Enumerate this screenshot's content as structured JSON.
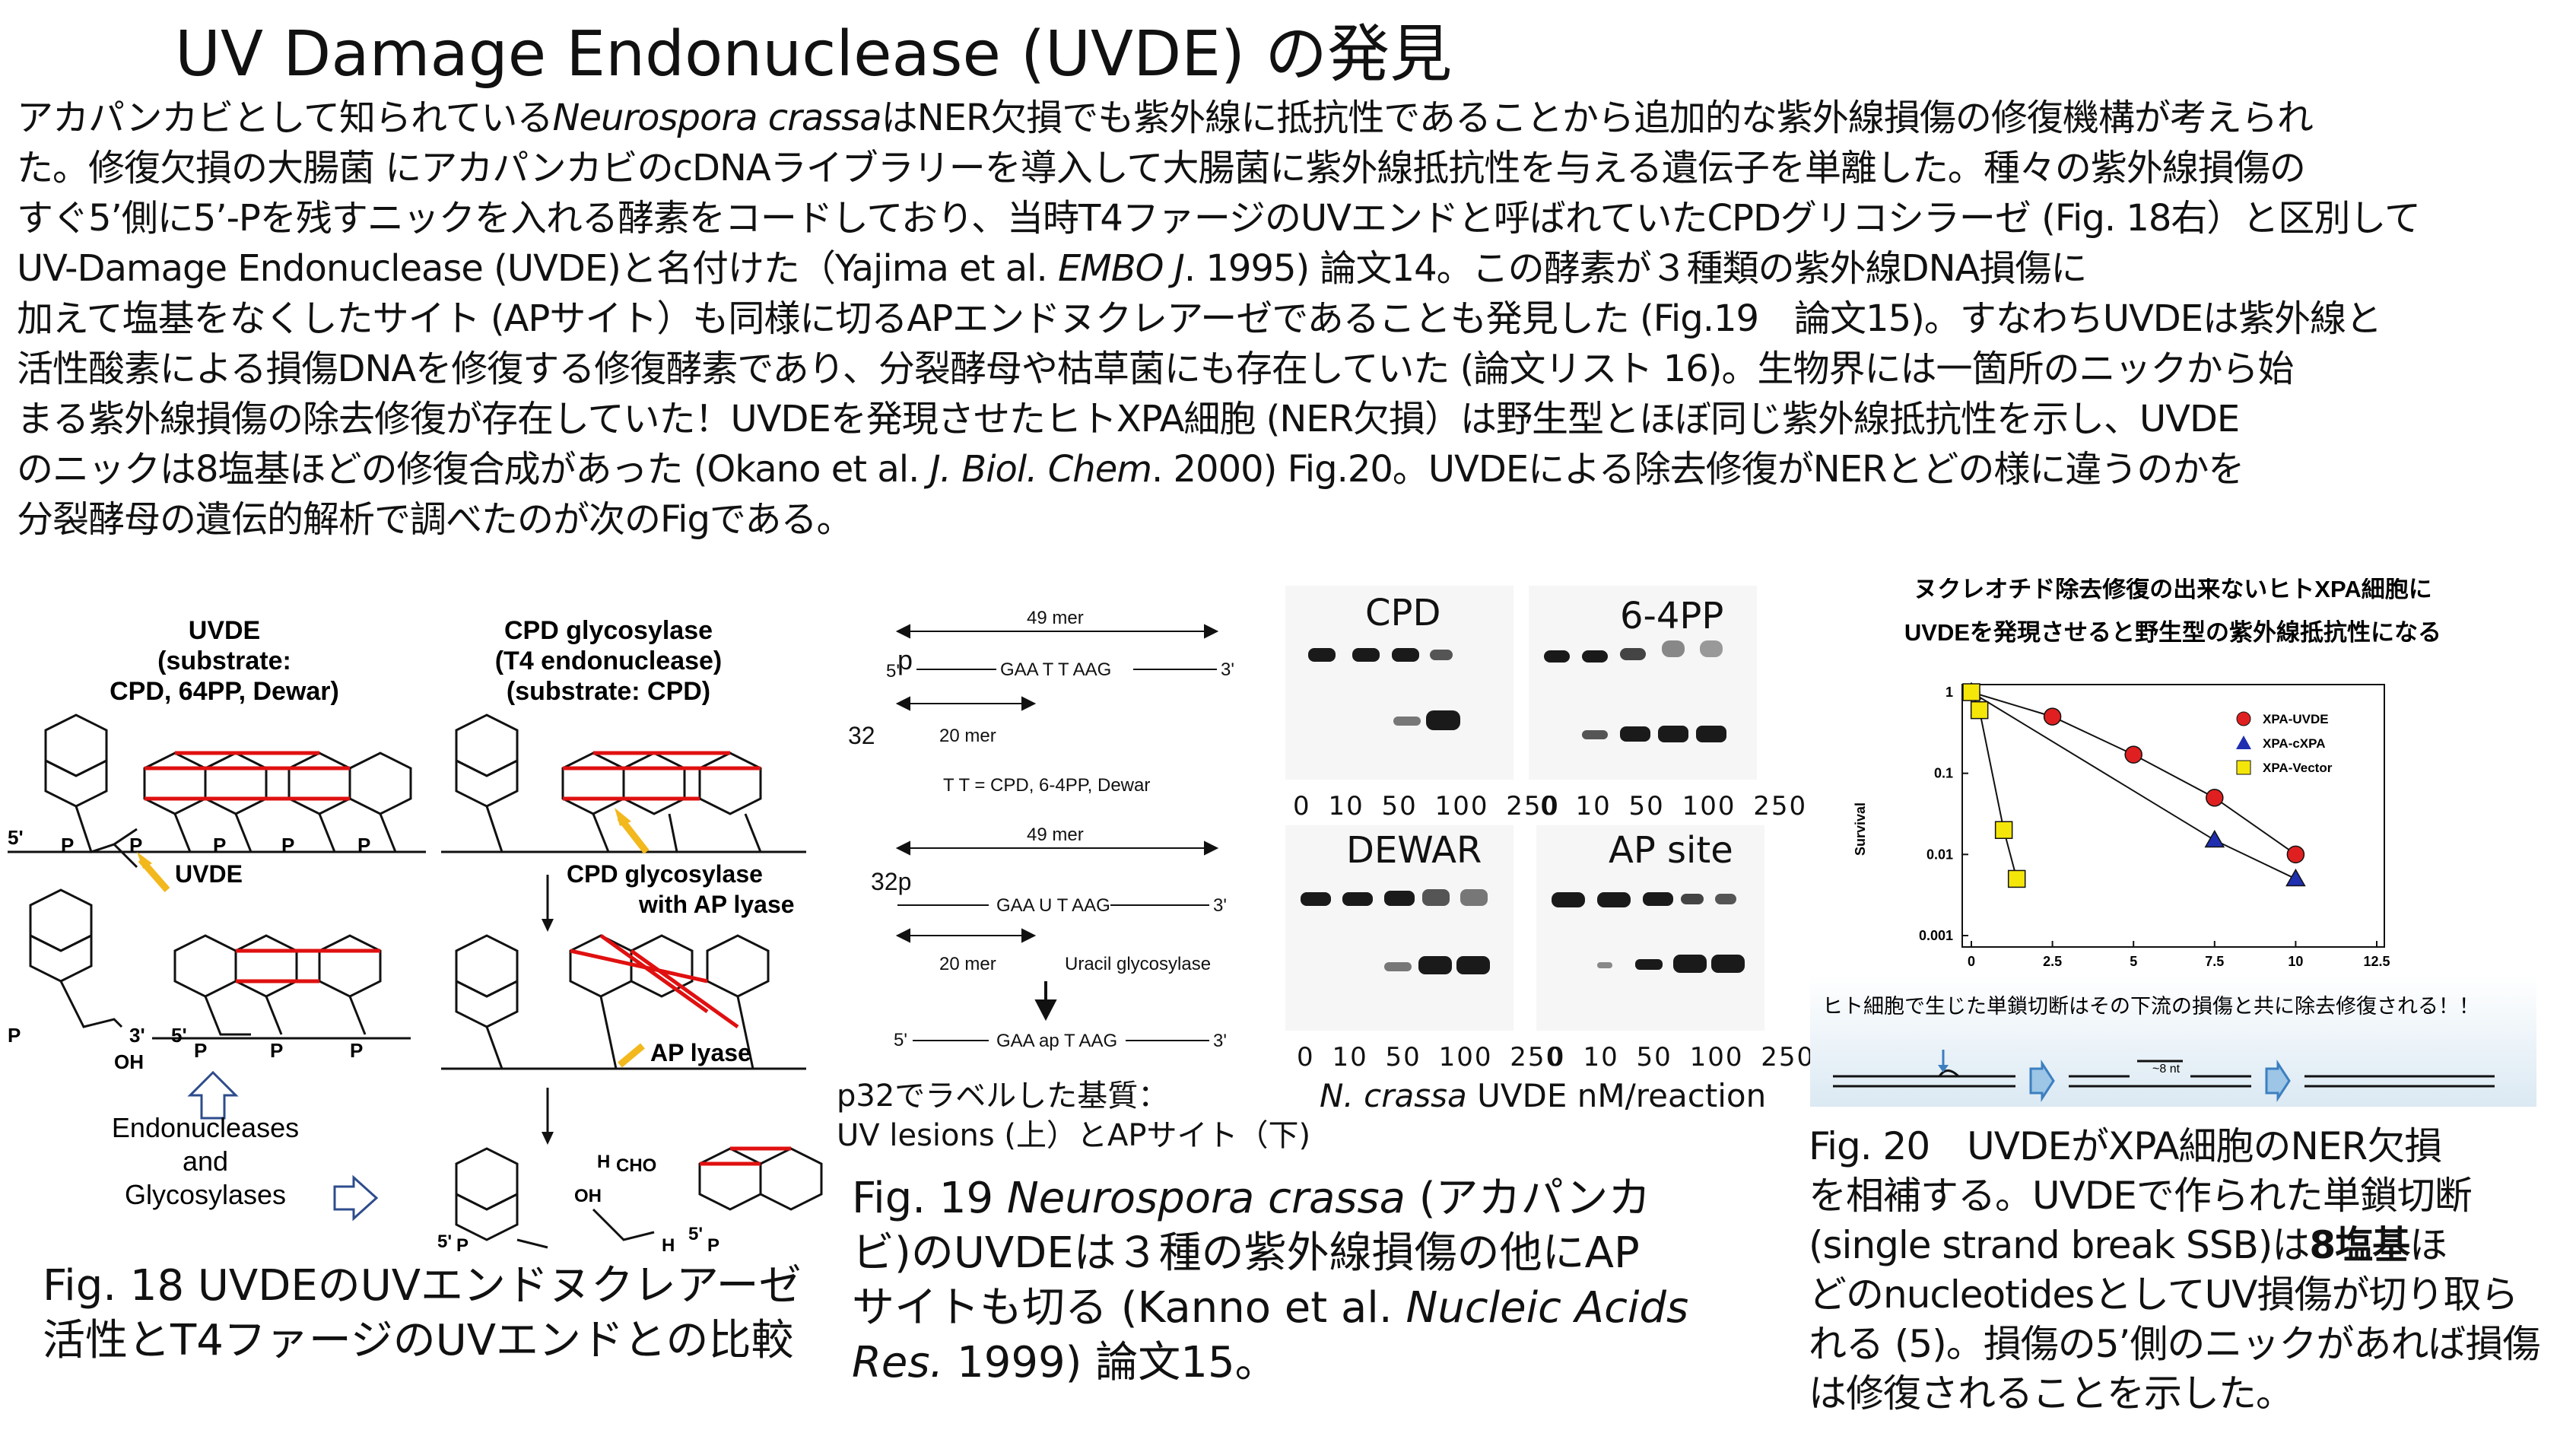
{
  "title": "UV Damage Endonuclease (UVDE) の発見",
  "intro": [
    "アカパンカビとして知られているNeurospora crassaはNER欠損でも紫外線に抵抗性であることから追加的な紫外線損傷の修復機構が考えられ",
    "た。修復欠損の大腸菌 にアカパンカビのcDNAライブラリーを導入して大腸菌に紫外線抵抗性を与える遺伝子を単離した。種々の紫外線損傷の",
    "すぐ5’側に5’-Pを残すニックを入れる酵素をコードしており、当時T4ファージのUVエンドと呼ばれていたCPDグリコシラーゼ (Fig. 18右）と区別して",
    "UV-Damage Endonuclease (UVDE)と名付けた（Yajima et al. EMBO J. 1995) 論文14。この酵素が３種類の紫外線DNA損傷に",
    "加えて塩基をなくしたサイト (APサイト）も同様に切るAPエンドヌクレアーゼであることも発見した (Fig.19　論文15)。すなわちUVDEは紫外線と",
    "活性酸素による損傷DNAを修復する修復酵素であり、分裂酵母や枯草菌にも存在していた (論文リスト 16)。生物界には一箇所のニックから始",
    "まる紫外線損傷の除去修復が存在していた！UVDEを発現させたヒトXPA細胞 (NER欠損）は野生型とほぼ同じ紫外線抵抗性を示し、UVDE",
    "のニックは8塩基ほどの修復合成があった (Okano et al. J. Biol. Chem. 2000) Fig.20。UVDEによる除去修復がNERとどの様に違うのかを",
    "分裂酵母の遺伝的解析で調べたのが次のFigである。"
  ],
  "fig18": {
    "uvde_heading": [
      "UVDE",
      "(substrate:",
      "CPD, 64PP, Dewar)"
    ],
    "glyco_heading": [
      "CPD glycosylase",
      "(T4 endonuclease)",
      "(substrate: CPD)"
    ],
    "uvde_arrow_label": "UVDE",
    "glyco_arrow_label": [
      "CPD glycosylase",
      "with AP lyase"
    ],
    "ap_lyase_label": "AP lyase",
    "endo_label": [
      "Endonucleases",
      "and",
      "Glycosylases"
    ],
    "labels": {
      "five_p": "5'",
      "p": "P",
      "three": "3'",
      "oh": "OH",
      "h": "H",
      "cho": "CHO",
      "h3": "H",
      "h3sub": "3'"
    },
    "caption": [
      "Fig. 18 UVDEのUVエンドヌクレアーゼ",
      "活性とT4ファージのUVエンドとの比較"
    ]
  },
  "fig19": {
    "mer49": "49 mer",
    "mer20": "20 mer",
    "five": "5'",
    "three": "3'",
    "p": "p",
    "n32": "32",
    "seq1": "GAA T T AAG",
    "note": "T T = CPD, 6-4PP, Dewar",
    "seq2": "GAA U T AAG",
    "uracil": "Uracil glycosylase",
    "seq3": "GAA ap T AAG",
    "p32_label": "32p",
    "substrate_note": [
      "p32でラベルした基質：",
      "UV lesions (上）とAPサイト（下)"
    ],
    "blots": [
      "CPD",
      "6-4PP",
      "DEWAR",
      "AP site"
    ],
    "lanes_top": "0  10  50 100 250",
    "lanes_bottom": "0  10  50 100 250",
    "xlabel_italic": "N. crassa",
    "xlabel_rest": " UVDE nM/reaction",
    "caption": [
      "Fig. 19  Neurospora crassa (アカパンカ",
      "ビ)のUVDEは３種の紫外線損傷の他にAP",
      "サイトも切る (Kanno et al. Nucleic Acids",
      "Res. 1999) 論文15。"
    ]
  },
  "fig20": {
    "heading1": "ヌクレオチド除去修復の出来ないヒトXPA細胞に",
    "heading2": "UVDEを発現させると野生型の紫外線抵抗性になる",
    "ylabel": "Survival",
    "yticks": [
      "1",
      "0.1",
      "0.01",
      "0.001"
    ],
    "xticks": [
      "0",
      "2.5",
      "5",
      "7.5",
      "10",
      "12.5"
    ],
    "footer": "ヒト細胞で生じた単鎖切断はその下流の損傷と共に除去修復される！！",
    "nt_label": "~8 nt",
    "caption": [
      "Fig. 20　UVDEがXPA細胞のNER欠損",
      "を相補する。UVDEで作られた単鎖切断",
      "(single strand break SSB)は8塩基ほ",
      "どのnucleotidesとしてUV損傷が切り取ら",
      "れる (5)。損傷の5’側のニックがあれば損傷",
      "は修復されることを示した。"
    ]
  },
  "chart_data": {
    "type": "scatter",
    "title": "ヌクレオチド除去修復の出来ないヒトXPA細胞に UVDEを発現させると野生型の紫外線抵抗性になる",
    "xlabel": "",
    "ylabel": "Survival",
    "xlim": [
      0,
      12.5
    ],
    "ylim": [
      0.001,
      1
    ],
    "yscale": "log",
    "legend": "top-right",
    "series": [
      {
        "name": "XPA-UVDE",
        "color": "#e02020",
        "marker": "circle",
        "x": [
          0,
          2.5,
          5,
          7.5,
          10
        ],
        "y": [
          1,
          0.5,
          0.17,
          0.05,
          0.01
        ]
      },
      {
        "name": "XPA-cXPA",
        "color": "#1f2fb0",
        "marker": "triangle",
        "x": [
          0,
          7.5,
          10
        ],
        "y": [
          1,
          0.015,
          0.005
        ]
      },
      {
        "name": "XPA-Vector",
        "color": "#f5e60a",
        "marker": "square",
        "x": [
          0,
          0.25,
          1.0,
          1.4
        ],
        "y": [
          1,
          0.6,
          0.02,
          0.005
        ]
      }
    ]
  }
}
